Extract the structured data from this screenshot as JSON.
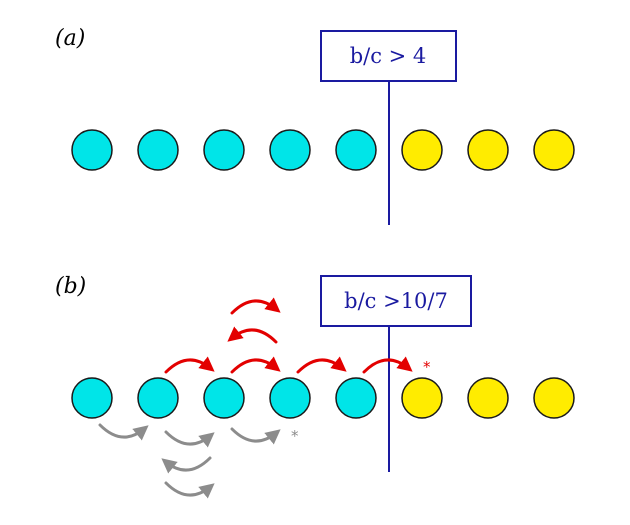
{
  "colors": {
    "cooperator": "#00e5e8",
    "defector": "#ffec00",
    "outline": "#1a1a1a",
    "threshold": "#1a1aa0",
    "upper_arrow": "#e30000",
    "lower_arrow": "#8c8c8c"
  },
  "panel_a": {
    "label": "(a)",
    "threshold_label": "b/c > 4",
    "cooperators": 5,
    "defectors": 3
  },
  "panel_b": {
    "label": "(b)",
    "threshold_label": "b/c >10/7",
    "cooperators": 5,
    "defectors": 3,
    "red_star": "*",
    "gray_star": "*"
  }
}
